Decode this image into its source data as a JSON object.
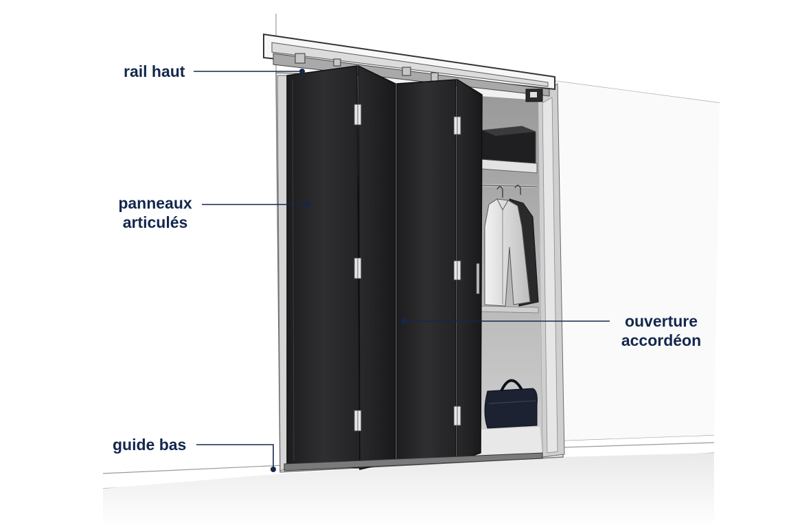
{
  "labels": {
    "rail_haut": "rail haut",
    "panneaux_line1": "panneaux",
    "panneaux_line2": "articulés",
    "ouverture_line1": "ouverture",
    "ouverture_line2": "accordéon",
    "guide_bas": "guide bas"
  },
  "colors": {
    "label_text": "#13274d",
    "leader_line": "#13274d",
    "panel": "#2b2b2d",
    "panel_dark": "#1c1c1e",
    "frame": "#d9d9d9",
    "background": "#ffffff"
  },
  "icons": {
    "callout_dot": "leader-dot-icon",
    "hinge": "hinge-icon"
  }
}
